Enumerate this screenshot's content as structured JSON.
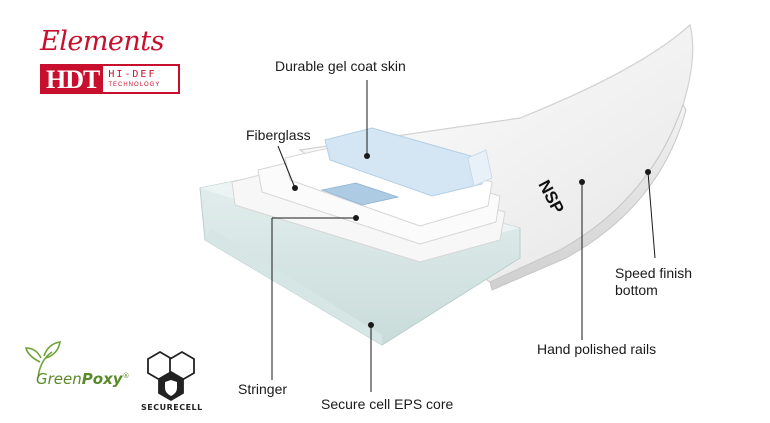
{
  "brand": {
    "script_title": "Elements",
    "hdt": "HDT",
    "hi_def": "HI-DEF",
    "technology": "TECHNOLOGY",
    "accent_color": "#c8102e"
  },
  "board_logo": "NSP",
  "labels": {
    "gel_coat": "Durable gel coat skin",
    "fiberglass": "Fiberglass",
    "stringer": "Stringer",
    "eps_core": "Secure cell EPS core",
    "rails": "Hand polished rails",
    "speed_finish_1": "Speed finish",
    "speed_finish_2": "bottom"
  },
  "logos": {
    "green_prefix": "Green",
    "green_suffix": "Poxy",
    "green_mark": "®",
    "green_color": "#5a8a2a",
    "securecell": "SECURECELL"
  }
}
